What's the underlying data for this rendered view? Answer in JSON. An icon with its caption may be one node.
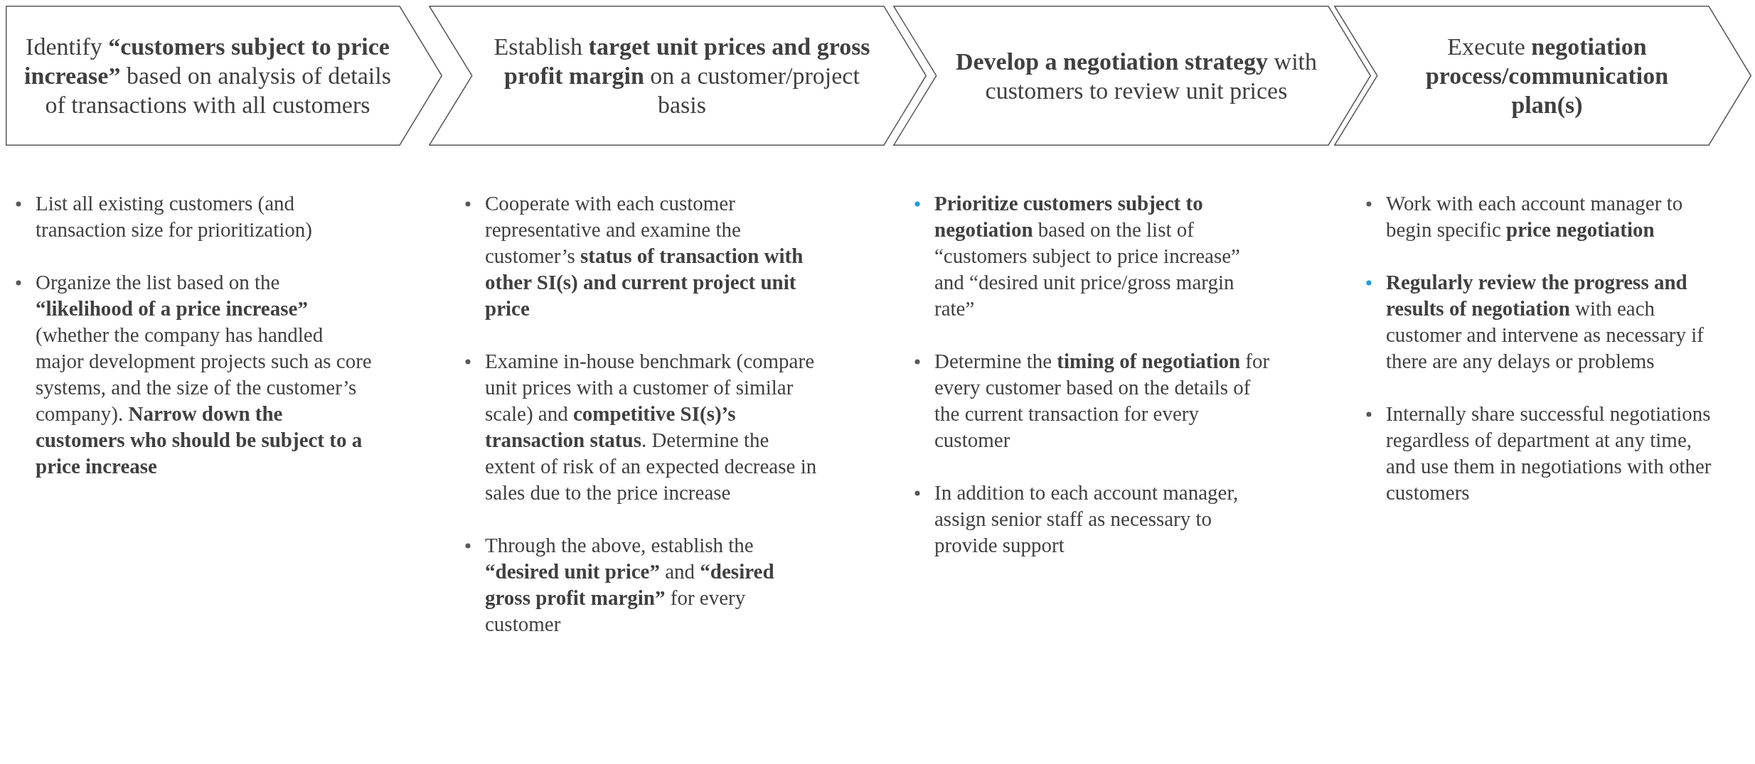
{
  "diagram": {
    "nodes": [
      {
        "text": [
          "Identify **“customers subject to price increase”** based on analysis of details of transactions with all customers"
        ],
        "beside": [
          "List all existing customers (and transaction size for prioritization)",
          "Organize the list based on the **“likelihood of a price increase”** (whether the company has handled major development projects such as core systems, and the size of the customer’s company). **Narrow down the customers who should be subject to a price increase**"
        ]
      },
      {
        "text": [
          "Establish **target unit prices and gross profit margin** on a customer/project basis"
        ],
        "beside": [
          "Cooperate with each customer representative and examine the customer’s **status of transaction with other SI(s) and current project unit price**",
          "Examine in-house benchmark (compare unit prices with a customer of similar scale) and **competitive SI(s)’s transaction status**. Determine the extent of risk of an expected decrease in sales due to the price increase",
          "Through the above, establish the **“desired unit price”** and **“desired gross profit margin”** for every customer"
        ]
      },
      {
        "text": [
          "**Develop a negotiation strategy** with customers to review unit prices"
        ],
        "beside": [
          "**Prioritize customers subject to negotiation** based on the list of “customers subject to price increase” and “desired unit price/gross margin rate”",
          "Determine the **timing of negotiation** for every customer based on the details of the current transaction for every customer",
          "In addition to each account manager, assign senior staff as necessary to provide support"
        ]
      },
      {
        "text": [
          "Execute **negotiation process/communication plan(s)**"
        ],
        "beside": [
          "Work with each account manager to begin specific **price negotiation**",
          "**Regularly review the progress and results of negotiation** with each customer and intervene as necessary if there are any delays or problems",
          "Internally share successful negotiations regardless of department at any time, and use them in negotiations with other customers"
        ]
      }
    ]
  }
}
